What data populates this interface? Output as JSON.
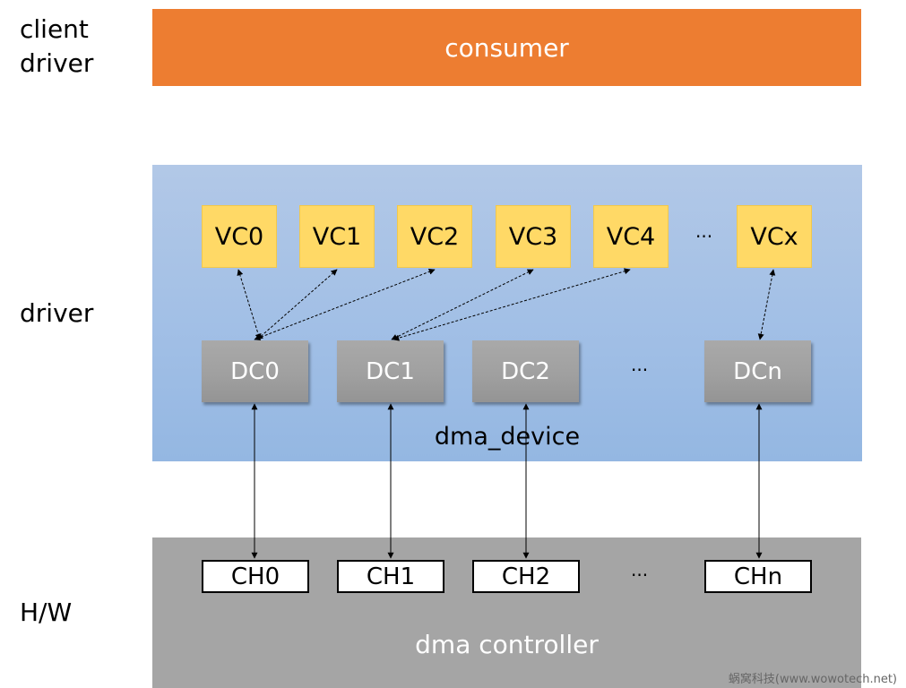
{
  "layers": {
    "client_driver": "client\ndriver",
    "driver": "driver",
    "hw": "H/W"
  },
  "consumer": {
    "label": "consumer"
  },
  "dma_device": {
    "label": "dma_device",
    "virtual_channels": [
      "VC0",
      "VC1",
      "VC2",
      "VC3",
      "VC4",
      "VCx"
    ],
    "vc_ellipsis": "···",
    "dma_channels": [
      "DC0",
      "DC1",
      "DC2",
      "DCn"
    ],
    "dc_ellipsis": "···"
  },
  "dma_controller": {
    "label": "dma controller",
    "channels": [
      "CH0",
      "CH1",
      "CH2",
      "CHn"
    ],
    "ch_ellipsis": "···"
  },
  "links": {
    "vc_to_dc": [
      [
        "VC0",
        "DC0"
      ],
      [
        "VC1",
        "DC0"
      ],
      [
        "VC2",
        "DC0"
      ],
      [
        "VC3",
        "DC1"
      ],
      [
        "VC4",
        "DC1"
      ],
      [
        "VCx",
        "DCn"
      ]
    ],
    "dc_to_ch": [
      [
        "DC0",
        "CH0"
      ],
      [
        "DC1",
        "CH1"
      ],
      [
        "DC2",
        "CH2"
      ],
      [
        "DCn",
        "CHn"
      ]
    ]
  },
  "colors": {
    "consumer": "#ed7d31",
    "dma_device": "#a3c0e6",
    "vc": "#ffd966",
    "dc": "#a0a0a0",
    "dma_controller": "#a5a5a5"
  },
  "watermark": "蜗窝科技(www.wowotech.net)"
}
